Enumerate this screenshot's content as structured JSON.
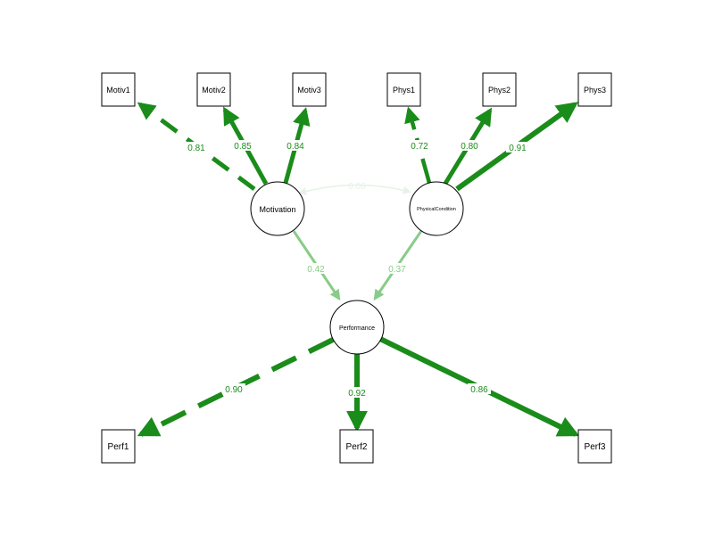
{
  "colors": {
    "strong": "#1a8c1a",
    "medium": "#88cc88",
    "faint": "#e6f2e6"
  },
  "latents": {
    "motivation": "Motivation",
    "physical": "PhysicalCondition",
    "performance": "Performance"
  },
  "indicators": {
    "motiv1": "Motiv1",
    "motiv2": "Motiv2",
    "motiv3": "Motiv3",
    "phys1": "Phys1",
    "phys2": "Phys2",
    "phys3": "Phys3",
    "perf1": "Perf1",
    "perf2": "Perf2",
    "perf3": "Perf3"
  },
  "edges": {
    "motiv1": "0.81",
    "motiv2": "0.85",
    "motiv3": "0.84",
    "phys1": "0.72",
    "phys2": "0.80",
    "phys3": "0.91",
    "perf1": "0.90",
    "perf2": "0.92",
    "perf3": "0.86",
    "mot_perf": "0.42",
    "phys_perf": "0.37",
    "covariance": "0.06"
  }
}
